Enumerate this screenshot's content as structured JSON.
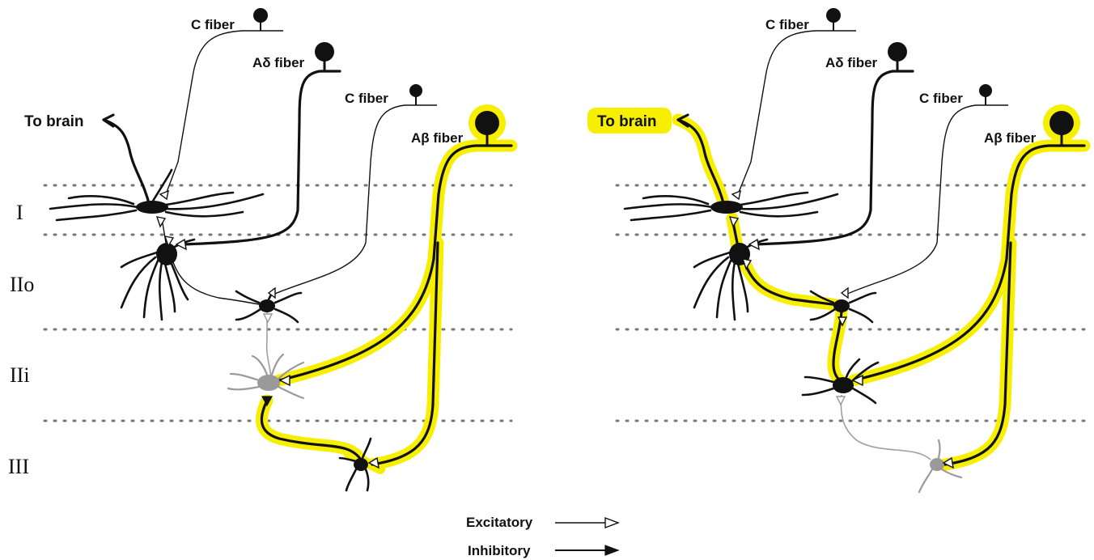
{
  "layers": [
    "I",
    "IIo",
    "IIi",
    "III"
  ],
  "left_panel": {
    "fibers": [
      "C fiber",
      "Aδ fiber",
      "C fiber",
      "Aβ fiber"
    ],
    "output": "To brain"
  },
  "right_panel": {
    "fibers": [
      "C fiber",
      "Aδ fiber",
      "C fiber",
      "Aβ fiber"
    ],
    "output": "To brain"
  },
  "legend": {
    "excitatory": "Excitatory",
    "inhibitory": "Inhibitory"
  },
  "colors": {
    "highlight": "#f6ef00",
    "neuron": "#111111",
    "inactive": "#9a9a9a"
  }
}
